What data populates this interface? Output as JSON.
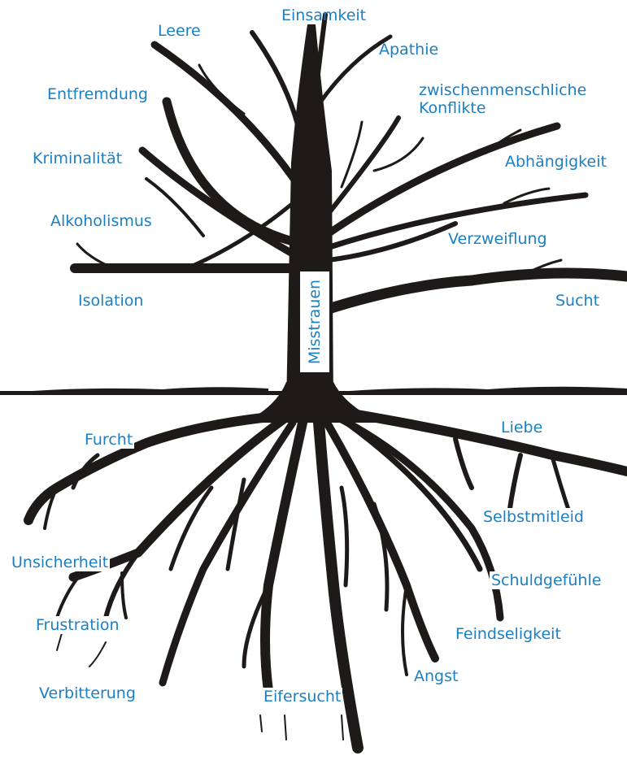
{
  "colors": {
    "tree": "#1e1a1a",
    "label": "#1b7fc3",
    "background": "#ffffff"
  },
  "trunk_label": "Misstrauen",
  "branch_labels": {
    "einsamkeit": "Einsamkeit",
    "leere": "Leere",
    "apathie": "Apathie",
    "zwischenmenschliche_konflikte": "zwischenmenschliche Konflikte",
    "entfremdung": "Entfremdung",
    "kriminalitaet": "Kriminalität",
    "abhaengigkeit": "Abhängigkeit",
    "alkoholismus": "Alkoholismus",
    "verzweiflung": "Verzweiflung",
    "isolation": "Isolation",
    "sucht": "Sucht"
  },
  "root_labels": {
    "furcht": "Furcht",
    "liebe": "Liebe",
    "selbstmitleid": "Selbstmitleid",
    "unsicherheit": "Unsicherheit",
    "schuldgefuehle": "Schuldgefühle",
    "frustration": "Frustration",
    "feindseligkeit": "Feindseligkeit",
    "angst": "Angst",
    "verbitterung": "Verbitterung",
    "eifersucht": "Eifersucht"
  }
}
